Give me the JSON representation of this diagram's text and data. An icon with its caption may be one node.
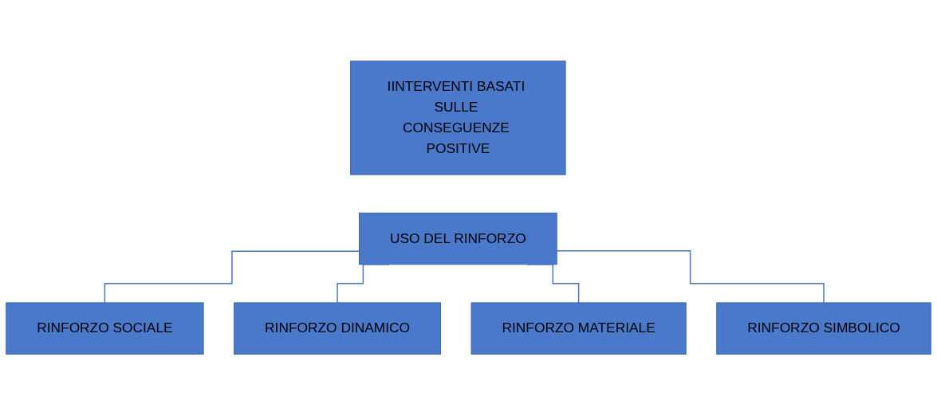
{
  "diagram": {
    "nodes": [
      {
        "text": [
          "IINTERVENTI BASATI SULLE CONSEGUENZE POSITIVE"
        ]
      },
      {
        "text": [
          "USO DEL RINFORZO"
        ]
      },
      {
        "text": [
          "RINFORZO SOCIALE"
        ]
      },
      {
        "text": [
          "RINFORZO DINAMICO"
        ]
      },
      {
        "text": [
          "RINFORZO MATERIALE"
        ]
      },
      {
        "text": [
          "RINFORZO SIMBOLICO"
        ]
      }
    ],
    "edges": [
      {
        "from": 1,
        "to": 2,
        "arrow": "none"
      },
      {
        "from": 1,
        "to": 3,
        "arrow": "none"
      },
      {
        "from": 1,
        "to": 4,
        "arrow": "none"
      },
      {
        "from": 1,
        "to": 5,
        "arrow": "none"
      }
    ]
  }
}
